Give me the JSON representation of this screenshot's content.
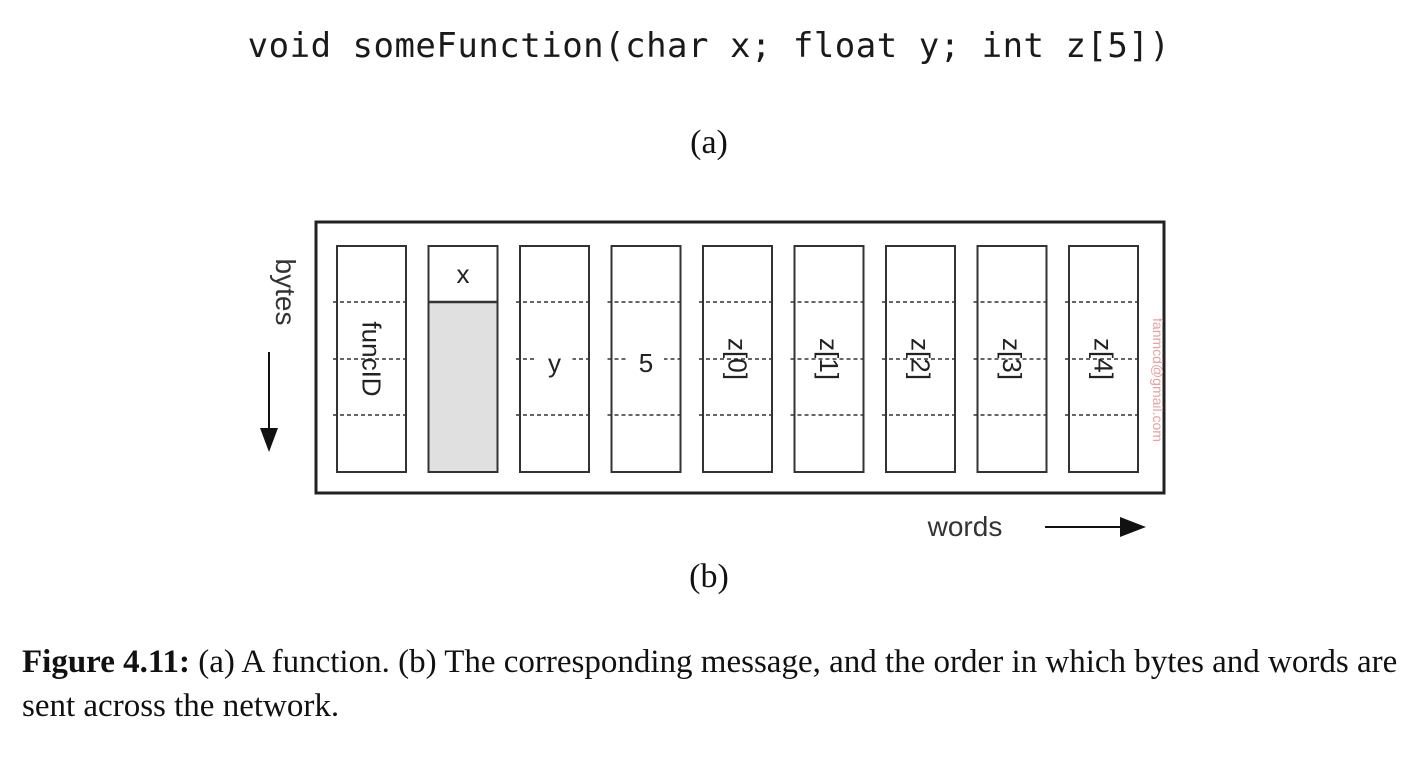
{
  "code": "void someFunction(char x; float y; int z[5])",
  "label_a": "(a)",
  "label_b": "(b)",
  "axis": {
    "bytes": "bytes",
    "words": "words"
  },
  "slots": [
    {
      "name": "funcID",
      "text": "funcID",
      "orientation": "vertical"
    },
    {
      "name": "x",
      "text": "x",
      "orientation": "top",
      "shaded": true
    },
    {
      "name": "y",
      "text": "y",
      "orientation": "horizontal"
    },
    {
      "name": "5",
      "text": "5",
      "orientation": "horizontal"
    },
    {
      "name": "z0",
      "text": "z[0]",
      "orientation": "vertical"
    },
    {
      "name": "z1",
      "text": "z[1]",
      "orientation": "vertical"
    },
    {
      "name": "z2",
      "text": "z[2]",
      "orientation": "vertical"
    },
    {
      "name": "z3",
      "text": "z[3]",
      "orientation": "vertical"
    },
    {
      "name": "z4",
      "text": "z[4]",
      "orientation": "vertical"
    }
  ],
  "watermark": "fanmcd@gmail.com",
  "caption": {
    "bold": "Figure 4.11:",
    "text": " (a) A function. (b) The corresponding message, and the order in which bytes and words are sent across the network."
  },
  "colors": {
    "shade": "#e0e0e0",
    "stroke": "#333333",
    "watermark": "#e8a0a0"
  }
}
